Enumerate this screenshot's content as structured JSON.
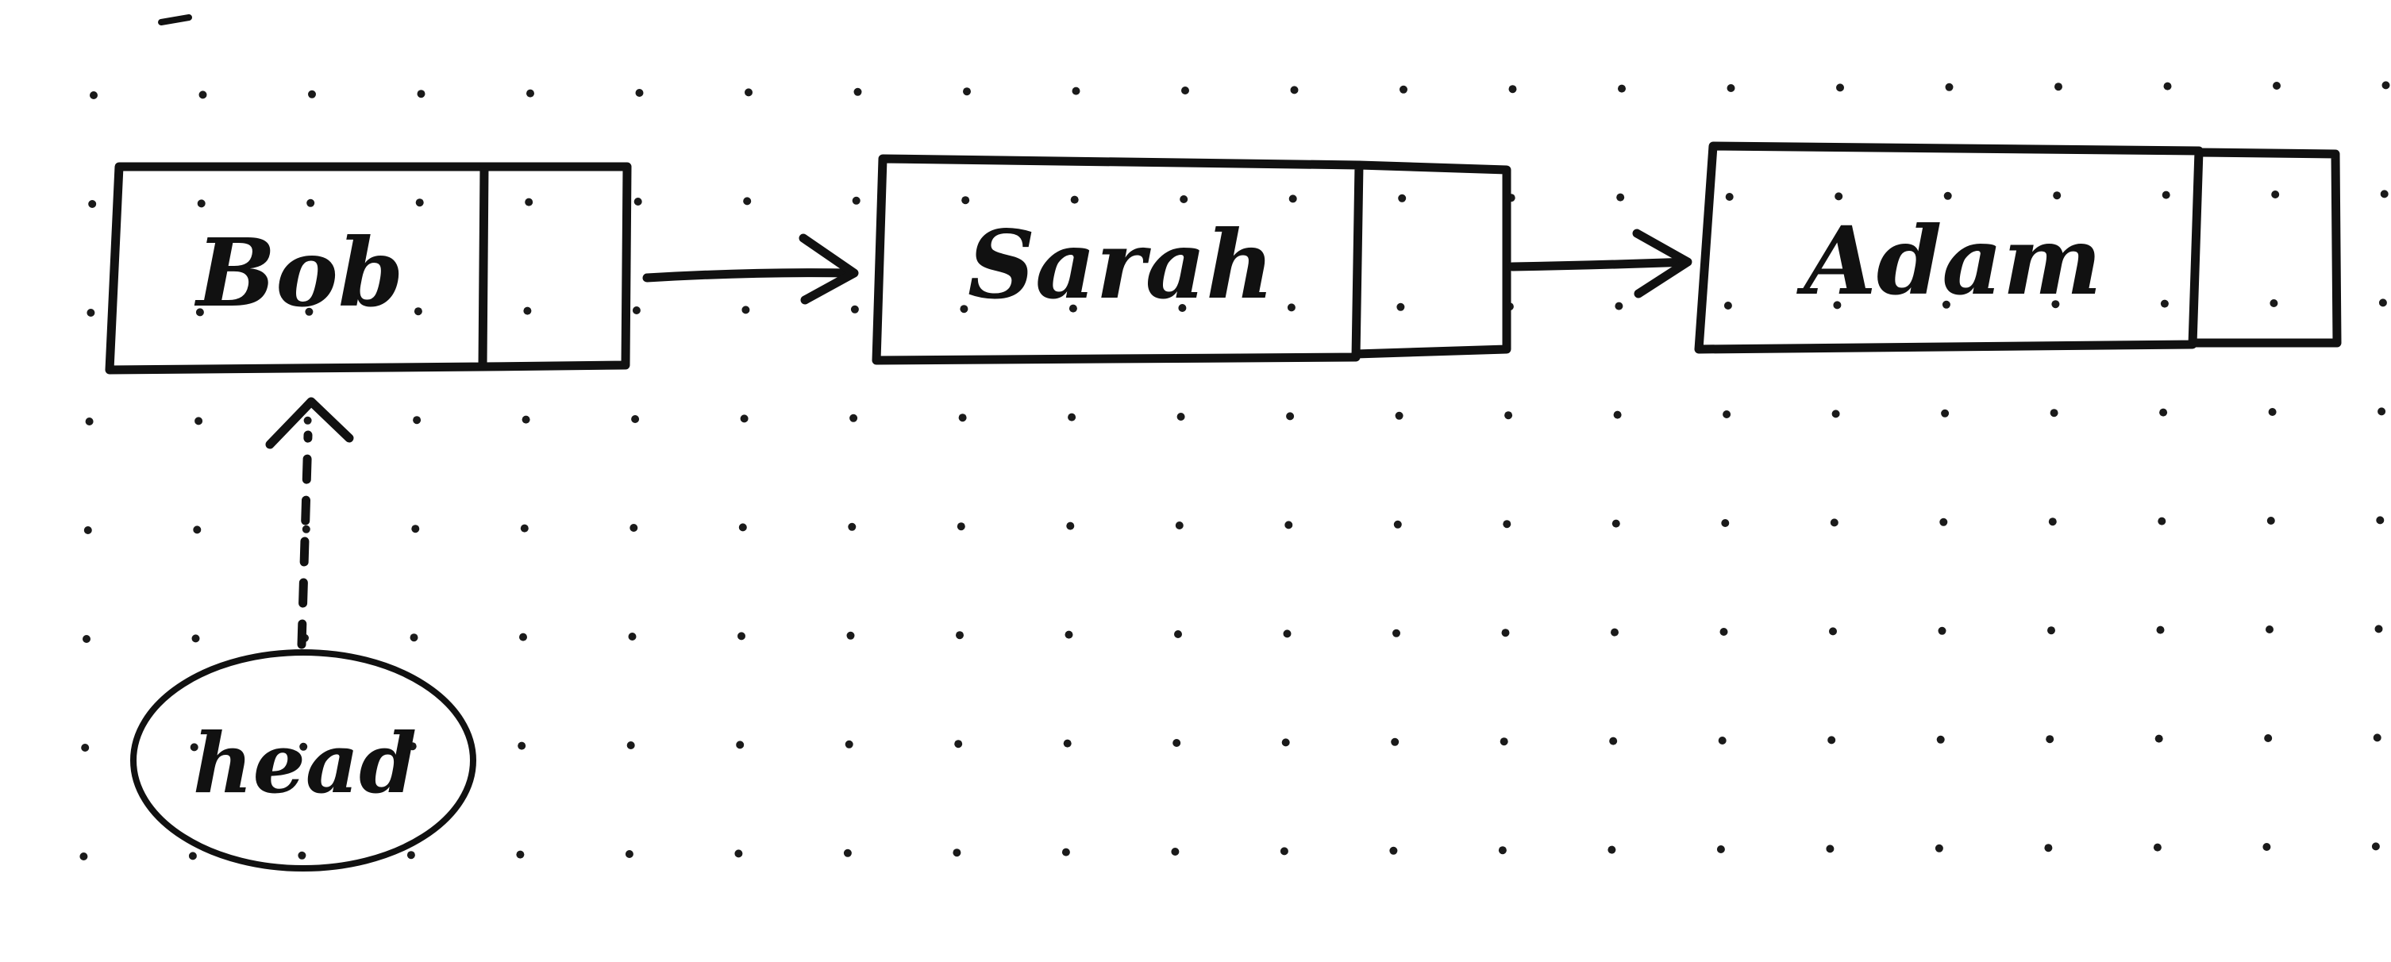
{
  "diagram": {
    "type": "linked-list",
    "ink_color": "#111111",
    "background_color": "#ffffff",
    "grid_dot_color": "#1a1a1a",
    "nodes": [
      {
        "id": "bob",
        "label": "Bob"
      },
      {
        "id": "sarah",
        "label": "Sarah"
      },
      {
        "id": "adam",
        "label": "Adam"
      }
    ],
    "head": {
      "label": "head",
      "points_to": "bob",
      "line_style": "dashed"
    },
    "links": [
      {
        "from": "bob",
        "to": "sarah"
      },
      {
        "from": "sarah",
        "to": "adam"
      }
    ]
  }
}
